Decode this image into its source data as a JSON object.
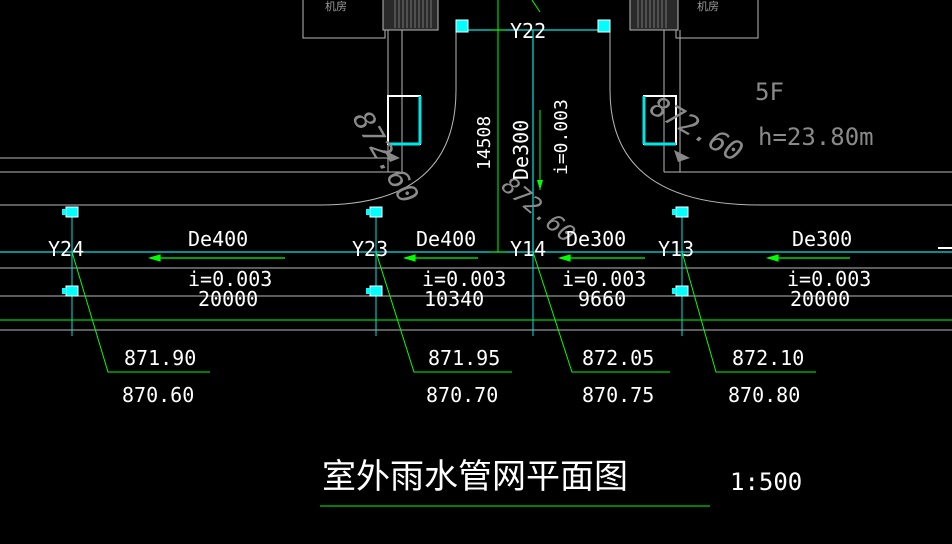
{
  "drawing": {
    "title": "室外雨水管网平面图",
    "scale": "1:500",
    "room_left": "机房",
    "room_right": "机房"
  },
  "building": {
    "floors": "5F",
    "height": "h=23.80m",
    "elev_left": "872.60",
    "elev_right": "872.60",
    "elev_mid": "872.60"
  },
  "vertical_pipe": {
    "node": "Y22",
    "length": "14508",
    "diameter": "De300",
    "slope": "i=0.003"
  },
  "nodes": [
    {
      "id": "Y24",
      "top": "871.90",
      "bottom": "870.60"
    },
    {
      "id": "Y23",
      "top": "871.95",
      "bottom": "870.70"
    },
    {
      "id": "Y14",
      "top": "872.05",
      "bottom": "870.75"
    },
    {
      "id": "Y13",
      "top": "872.10",
      "bottom": "870.80"
    }
  ],
  "segments": [
    {
      "diameter": "De400",
      "slope": "i=0.003",
      "length": "20000"
    },
    {
      "diameter": "De400",
      "slope": "i=0.003",
      "length": "10340"
    },
    {
      "diameter": "De300",
      "slope": "i=0.003",
      "length": "9660"
    },
    {
      "diameter": "De300",
      "slope": "i=0.003",
      "length": "20000"
    }
  ],
  "colors": {
    "background": "#000000",
    "pipe": "#00e5e5",
    "leader": "#00ff00",
    "line": "#ffffff",
    "building": "#c8c8c8",
    "manhole": "#00ffff"
  }
}
